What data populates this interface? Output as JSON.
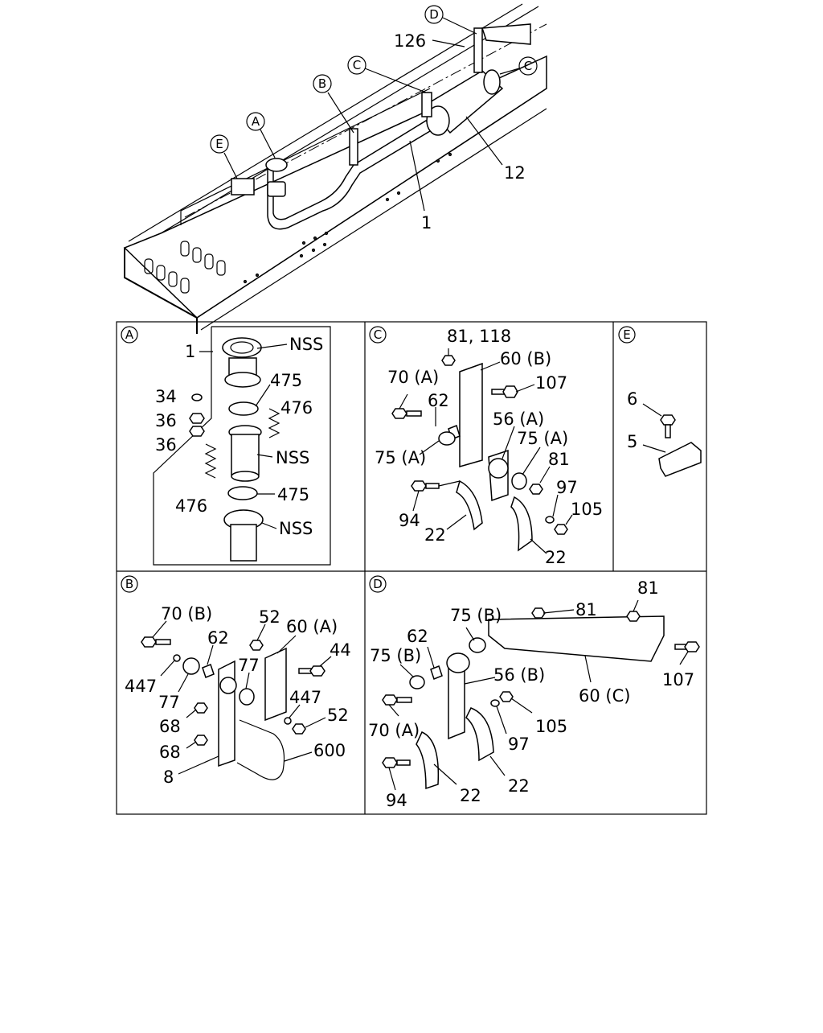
{
  "overview": {
    "callouts": [
      {
        "id": "d_top",
        "letter": "D"
      },
      {
        "id": "c_left",
        "letter": "C"
      },
      {
        "id": "c_right",
        "letter": "C"
      },
      {
        "id": "b",
        "letter": "B"
      },
      {
        "id": "a",
        "letter": "A"
      },
      {
        "id": "e",
        "letter": "E"
      }
    ],
    "labels": [
      {
        "id": "p126",
        "text": "126"
      },
      {
        "id": "p12",
        "text": "12"
      },
      {
        "id": "p1",
        "text": "1"
      }
    ]
  },
  "panels": {
    "A": {
      "letter": "A",
      "labels": [
        {
          "id": "a1",
          "text": "1"
        },
        {
          "id": "a_nss1",
          "text": "NSS"
        },
        {
          "id": "a475a",
          "text": "475"
        },
        {
          "id": "a34",
          "text": "34"
        },
        {
          "id": "a476a",
          "text": "476"
        },
        {
          "id": "a36a",
          "text": "36"
        },
        {
          "id": "a36b",
          "text": "36"
        },
        {
          "id": "a_nss2",
          "text": "NSS"
        },
        {
          "id": "a475b",
          "text": "475"
        },
        {
          "id": "a476b",
          "text": "476"
        },
        {
          "id": "a_nss3",
          "text": "NSS"
        }
      ]
    },
    "C": {
      "letter": "C",
      "labels": [
        {
          "id": "c81_118",
          "text": "81, 118"
        },
        {
          "id": "c60b",
          "text": "60 (B)"
        },
        {
          "id": "c70a",
          "text": "70 (A)"
        },
        {
          "id": "c107",
          "text": "107"
        },
        {
          "id": "c62",
          "text": "62"
        },
        {
          "id": "c56a",
          "text": "56 (A)"
        },
        {
          "id": "c75a_l",
          "text": "75 (A)"
        },
        {
          "id": "c75a_r",
          "text": "75 (A)"
        },
        {
          "id": "c81",
          "text": "81"
        },
        {
          "id": "c97",
          "text": "97"
        },
        {
          "id": "c105",
          "text": "105"
        },
        {
          "id": "c94",
          "text": "94"
        },
        {
          "id": "c22a",
          "text": "22"
        },
        {
          "id": "c22b",
          "text": "22"
        }
      ]
    },
    "E": {
      "letter": "E",
      "labels": [
        {
          "id": "e6",
          "text": "6"
        },
        {
          "id": "e5",
          "text": "5"
        }
      ]
    },
    "B": {
      "letter": "B",
      "labels": [
        {
          "id": "b70b",
          "text": "70 (B)"
        },
        {
          "id": "b52a",
          "text": "52"
        },
        {
          "id": "b60a",
          "text": "60 (A)"
        },
        {
          "id": "b62",
          "text": "62"
        },
        {
          "id": "b44",
          "text": "44"
        },
        {
          "id": "b447a",
          "text": "447"
        },
        {
          "id": "b77a",
          "text": "77"
        },
        {
          "id": "b77b",
          "text": "77"
        },
        {
          "id": "b447b",
          "text": "447"
        },
        {
          "id": "b68a",
          "text": "68"
        },
        {
          "id": "b52b",
          "text": "52"
        },
        {
          "id": "b68b",
          "text": "68"
        },
        {
          "id": "b600",
          "text": "600"
        },
        {
          "id": "b8",
          "text": "8"
        }
      ]
    },
    "D": {
      "letter": "D",
      "labels": [
        {
          "id": "d81a",
          "text": "81"
        },
        {
          "id": "d81b",
          "text": "81"
        },
        {
          "id": "d75b_top",
          "text": "75 (B)"
        },
        {
          "id": "d62",
          "text": "62"
        },
        {
          "id": "d75b_l",
          "text": "75 (B)"
        },
        {
          "id": "d107",
          "text": "107"
        },
        {
          "id": "d56b",
          "text": "56 (B)"
        },
        {
          "id": "d60c",
          "text": "60 (C)"
        },
        {
          "id": "d105",
          "text": "105"
        },
        {
          "id": "d70a",
          "text": "70 (A)"
        },
        {
          "id": "d97",
          "text": "97"
        },
        {
          "id": "d22a",
          "text": "22"
        },
        {
          "id": "d22b",
          "text": "22"
        },
        {
          "id": "d94",
          "text": "94"
        }
      ]
    }
  }
}
